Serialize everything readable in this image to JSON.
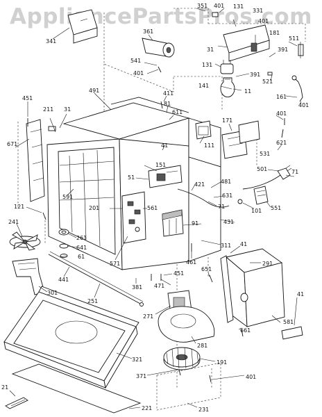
{
  "watermark": "AppliancePartsPros.com",
  "colors": {
    "line": "#111111",
    "watermark": "#aaaaaa",
    "background": "#ffffff"
  },
  "labels": {
    "l341": "341",
    "l351": "351",
    "l401a": "401",
    "l131a": "131",
    "l331": "331",
    "l401b": "401",
    "l361": "361",
    "l181": "181",
    "l511": "511",
    "l31a": "31",
    "l391a": "391",
    "l541": "541",
    "l131b": "131",
    "l401c": "401",
    "l391b": "391",
    "l521": "521",
    "l141": "141",
    "l11": "11",
    "l161": "161",
    "l401d": "401",
    "l451a": "451",
    "l491": "491",
    "l411": "411",
    "l81": "81",
    "l611": "611",
    "l211": "211",
    "l31b": "31",
    "l401e": "401",
    "l171": "171",
    "l671": "671",
    "l111": "111",
    "l41a": "41",
    "l621": "621",
    "l151": "151",
    "l531": "531",
    "l501": "501",
    "l51": "51",
    "l421": "421",
    "l481": "481",
    "l71a": "71",
    "l631": "631",
    "l591": "591",
    "l121": "121",
    "l201": "201",
    "l561": "561",
    "l71b": "71",
    "l101": "101",
    "l551": "551",
    "l241": "241",
    "l431": "431",
    "l261": "261",
    "l91": "91",
    "l641": "641",
    "l311": "311",
    "l61": "61",
    "l571": "571",
    "l461": "461",
    "l41b": "41",
    "l291": "291",
    "l451b": "451",
    "l651": "651",
    "l441": "441",
    "l471": "471",
    "l301": "301",
    "l381": "381",
    "l251": "251",
    "l271": "271",
    "l581": "581",
    "l41c": "41",
    "l661": "661",
    "l281": "281",
    "l321": "321",
    "l191": "191",
    "l371": "371",
    "l401f": "401",
    "l21": "21",
    "l221": "221",
    "l231": "231"
  }
}
